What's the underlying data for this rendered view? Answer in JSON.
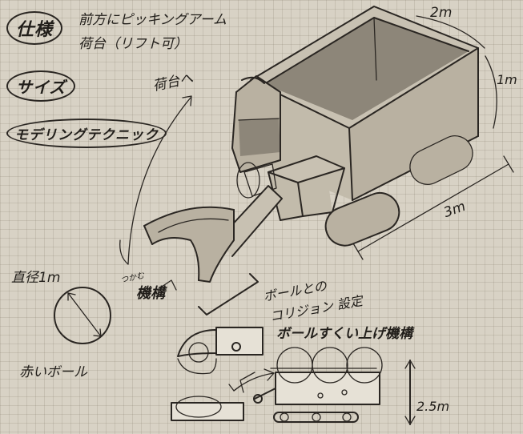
{
  "labels": {
    "spec": "仕様",
    "spec_line1": "前方にピッキングアーム",
    "spec_line2": "荷台（リフト可）",
    "size": "サイズ",
    "modeling": "モデリングテクニック",
    "to_bed": "荷台へ",
    "width": "2m",
    "height": "1m",
    "length": "3m",
    "diameter": "直径1m",
    "grab_small": "つかむ",
    "mechanism": "機構",
    "collision": "ボールとの",
    "collision2": "コリジョン 設定",
    "lift": "ボールすくい上げ機構",
    "red_ball": "赤いボール",
    "total_height": "2.5m"
  }
}
